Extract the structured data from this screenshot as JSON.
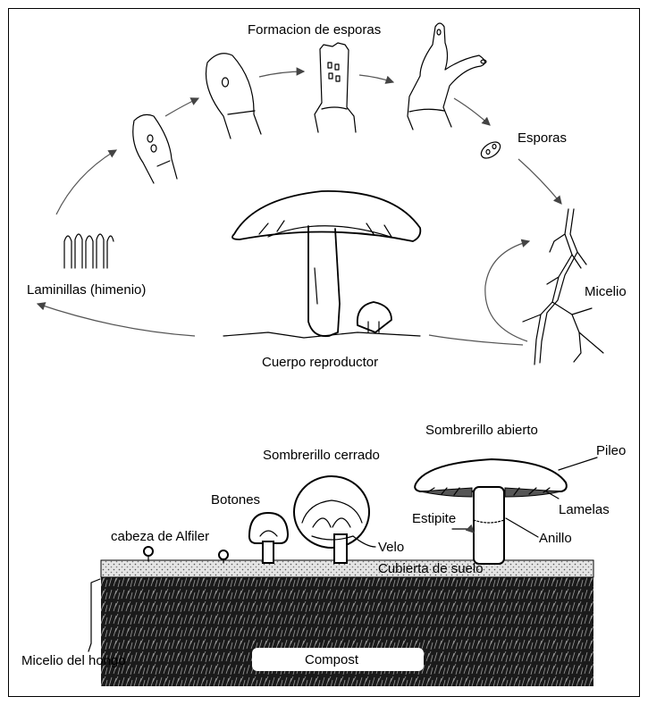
{
  "cycle": {
    "spore_formation": "Formacion de esporas",
    "spores": "Esporas",
    "mycelium": "Micelio",
    "gills": "Laminillas (himenio)",
    "fruiting_body": "Cuerpo reproductor"
  },
  "growth": {
    "open_cap": "Sombrerillo abierto",
    "closed_cap": "Sombrerillo cerrado",
    "pileus": "Pileo",
    "buttons": "Botones",
    "gills": "Lamelas",
    "stipe": "Estipite",
    "ring": "Anillo",
    "pinhead": "cabeza de Alfiler",
    "veil": "Velo",
    "casing": "Cubierta de suelo",
    "fungus_mycelium": "Micelio del hongo",
    "compost": "Compost"
  },
  "colors": {
    "ink": "#000000",
    "casing_fill": "#d8d8d8",
    "compost_fill": "#1a1a1a",
    "background": "#ffffff"
  }
}
